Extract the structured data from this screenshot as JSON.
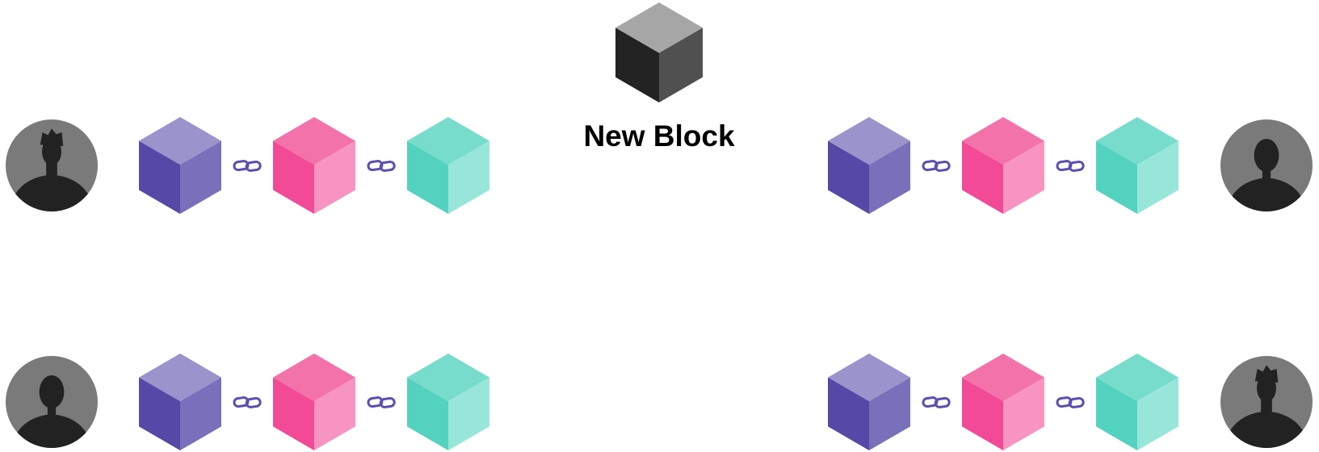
{
  "new_block": {
    "label": "New Block",
    "colors": {
      "top": "#a6a6a6",
      "left": "#232323",
      "right": "#505050"
    }
  },
  "palette": {
    "purple": {
      "top": "#9a93cc",
      "left": "#5449a6",
      "right": "#7870ba"
    },
    "pink": {
      "top": "#f472aa",
      "left": "#f24a96",
      "right": "#f894c1"
    },
    "teal": {
      "top": "#77dccc",
      "left": "#54d2c0",
      "right": "#98e6da"
    },
    "avatar_bg": "#7a7a7a",
    "avatar_fg": "#222222",
    "link": "#5b4fb0"
  },
  "nodes": [
    {
      "name": "node-top-left",
      "person": "male",
      "side": "left",
      "blocks": [
        "purple",
        "pink",
        "teal"
      ]
    },
    {
      "name": "node-top-right",
      "person": "female",
      "side": "right",
      "blocks": [
        "purple",
        "pink",
        "teal"
      ]
    },
    {
      "name": "node-bottom-left",
      "person": "female",
      "side": "left",
      "blocks": [
        "purple",
        "pink",
        "teal"
      ]
    },
    {
      "name": "node-bottom-right",
      "person": "male",
      "side": "right",
      "blocks": [
        "purple",
        "pink",
        "teal"
      ]
    }
  ]
}
